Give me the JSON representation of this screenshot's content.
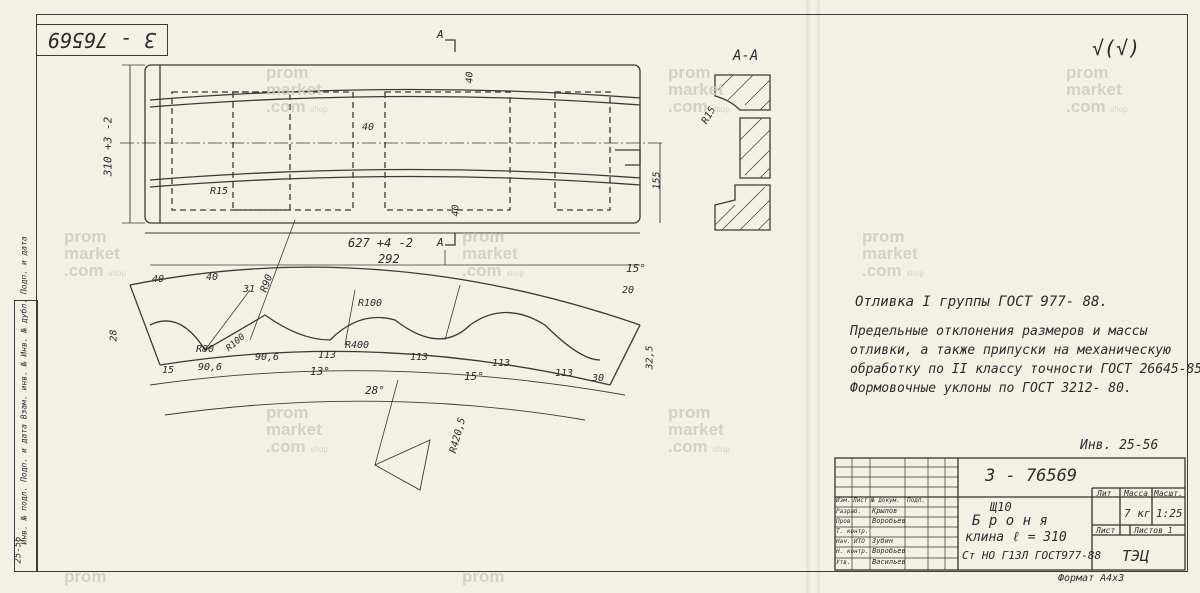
{
  "drawing_number_top": "3 - 76569",
  "revision_mark": "√(√)",
  "section_label": "A-A",
  "cut_mark": "A",
  "dims": {
    "length": "627 +4 -2",
    "height": "310 +3 -2",
    "d292": "292",
    "d40a": "40",
    "d40b": "40",
    "d40c": "40",
    "d40d": "40",
    "d40e": "40",
    "d31": "31",
    "d155": "155",
    "r15a": "R15",
    "r15b": "R15",
    "r90": "R90",
    "r80": "R80",
    "r100a": "R100",
    "r100b": "R100",
    "r400": "R400",
    "r4205": "R420,5",
    "d906a": "90,6",
    "d906b": "90,6",
    "d113a": "113",
    "d113b": "113",
    "d113c": "113",
    "d113d": "113",
    "a13": "13°",
    "a28": "28°",
    "a15a": "15°",
    "a15b": "15°",
    "d15": "15",
    "d28": "28",
    "d20": "20",
    "d30": "30",
    "d325": "32,5"
  },
  "notes": {
    "casting": "Отливка I группы ГОСТ 977- 88.",
    "tolerance_lines": [
      "Предельные отклонения размеров и массы",
      "отливки, а также припуски на механическую",
      "обработку по II классу точности ГОСТ 26645-85.",
      "Формовочные уклоны по ГОСТ 3212- 80."
    ],
    "inventory": "Инв. 25-56"
  },
  "title_block": {
    "doc_number": "3 - 76569",
    "part_code": "Щ10",
    "part_name": "Б р о н я",
    "part_sub": "клина  ℓ = 310",
    "material": "Ст НО Г13Л ГОСТ977-88",
    "col_lit": "Лит",
    "col_mass": "Масса",
    "col_scale": "Масшт.",
    "mass": "7 кг",
    "scale": "1:25",
    "sheet": "Лист",
    "sheets": "Листов 1",
    "org": "ТЭЦ",
    "format": "Формат А4х3",
    "rows": [
      {
        "role": "Изм.",
        "name": "Лист",
        "sign": "№ докум.",
        "date": "Подп."
      },
      {
        "role": "Разраб.",
        "name": "Крылов",
        "sign": "",
        "date": ""
      },
      {
        "role": "Пров.",
        "name": "Воробьев",
        "sign": "",
        "date": ""
      },
      {
        "role": "Т. контр.",
        "name": "",
        "sign": "",
        "date": ""
      },
      {
        "role": "Нач. ИТО",
        "name": "Зубин",
        "sign": "",
        "date": ""
      },
      {
        "role": "Н. контр.",
        "name": "Воробьев",
        "sign": "",
        "date": ""
      },
      {
        "role": "Утв.",
        "name": "Васильев",
        "sign": "",
        "date": ""
      }
    ]
  },
  "side_strip": {
    "inv_no": "25-56",
    "labels": "Инв. № подл.  Подп. и дата  Взам. инв. №  Инв. № дубл.  Подп. и дата"
  },
  "watermark": {
    "line1": "prom",
    "line2": "market",
    "line3": ".com",
    "tag": "shop"
  }
}
